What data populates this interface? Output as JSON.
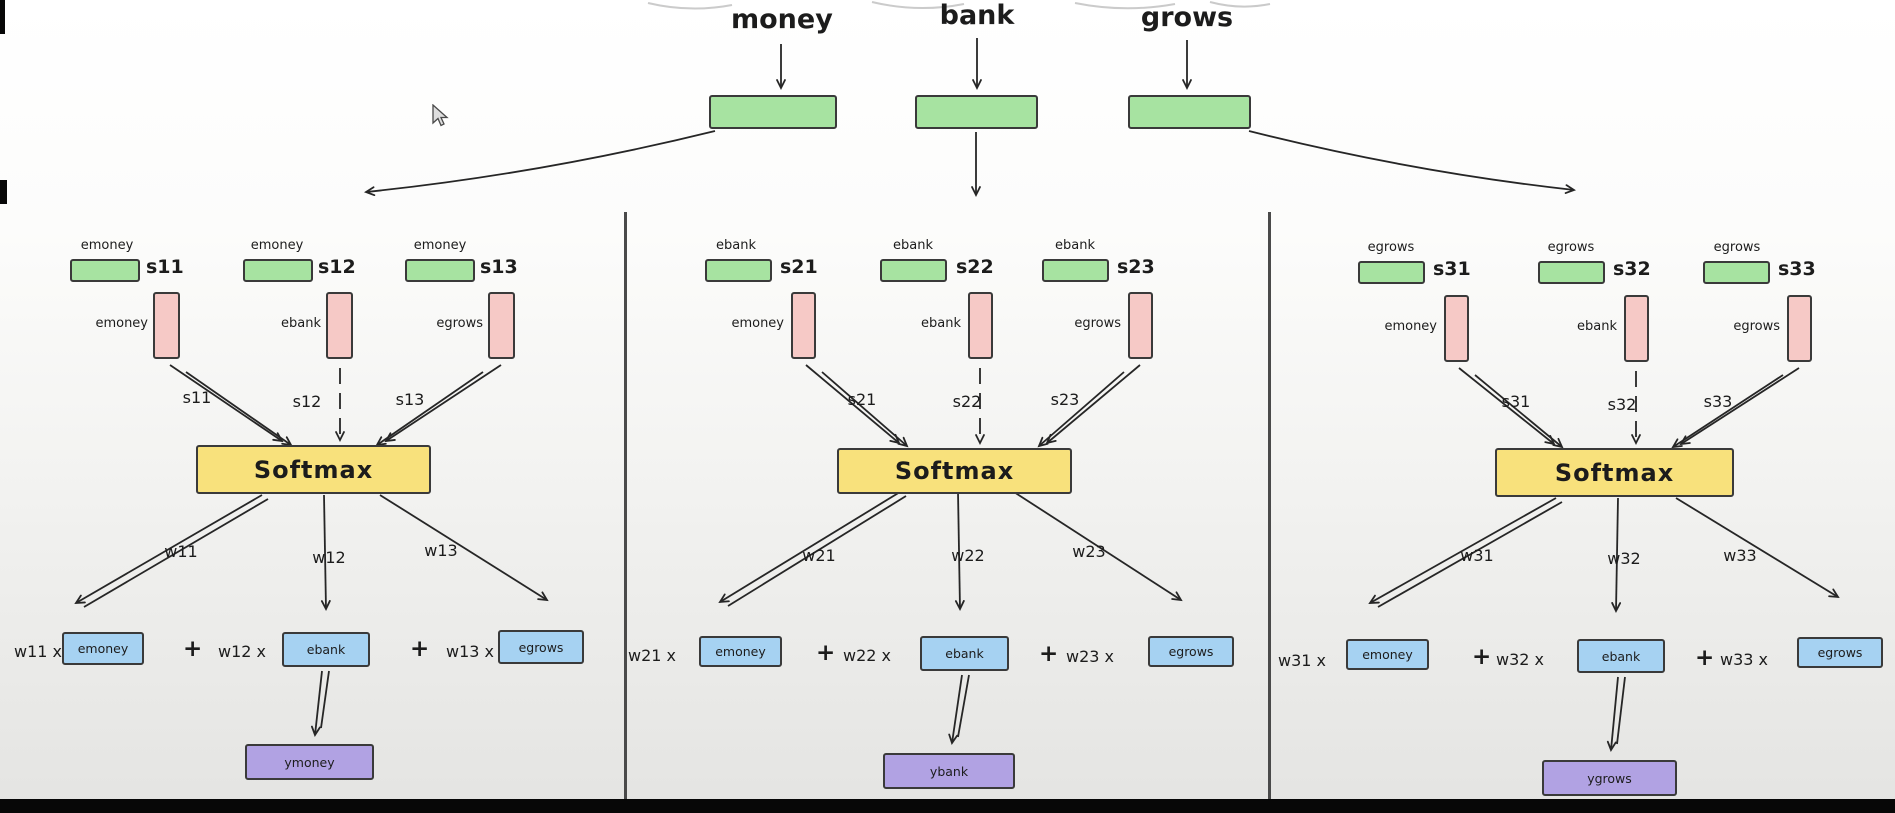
{
  "colors": {
    "embedding_green": "#a7e3a1",
    "key_pink": "#f6c9c6",
    "softmax_yellow": "#f8e17c",
    "value_blue": "#a6d2f2",
    "output_purple": "#b1a2e3",
    "ink": "#1c1c1c"
  },
  "top_words": [
    "money",
    "bank",
    "grows"
  ],
  "sections": [
    {
      "units": [
        {
          "embed": "emoney",
          "score": "s11",
          "key": "emoney"
        },
        {
          "embed": "emoney",
          "score": "s12",
          "key": "ebank"
        },
        {
          "embed": "emoney",
          "score": "s13",
          "key": "egrows"
        }
      ],
      "softmax": "Softmax",
      "score_arrow_labels": [
        "s11",
        "s12",
        "s13"
      ],
      "weight_labels": [
        "w11",
        "w12",
        "w13"
      ],
      "terms": [
        {
          "coef": "w11 x",
          "embed": "emoney"
        },
        {
          "coef": "w12 x",
          "embed": "ebank"
        },
        {
          "coef": "w13 x",
          "embed": "egrows"
        }
      ],
      "plus": "+",
      "output": "ymoney"
    },
    {
      "units": [
        {
          "embed": "ebank",
          "score": "s21",
          "key": "emoney"
        },
        {
          "embed": "ebank",
          "score": "s22",
          "key": "ebank"
        },
        {
          "embed": "ebank",
          "score": "s23",
          "key": "egrows"
        }
      ],
      "softmax": "Softmax",
      "score_arrow_labels": [
        "s21",
        "s22",
        "s23"
      ],
      "weight_labels": [
        "w21",
        "w22",
        "w23"
      ],
      "terms": [
        {
          "coef": "w21 x",
          "embed": "emoney"
        },
        {
          "coef": "w22 x",
          "embed": "ebank"
        },
        {
          "coef": "w23 x",
          "embed": "egrows"
        }
      ],
      "plus": "+",
      "output": "ybank"
    },
    {
      "units": [
        {
          "embed": "egrows",
          "score": "s31",
          "key": "emoney"
        },
        {
          "embed": "egrows",
          "score": "s32",
          "key": "ebank"
        },
        {
          "embed": "egrows",
          "score": "s33",
          "key": "egrows"
        }
      ],
      "softmax": "Softmax",
      "score_arrow_labels": [
        "s31",
        "s32",
        "s33"
      ],
      "weight_labels": [
        "w31",
        "w32",
        "w33"
      ],
      "terms": [
        {
          "coef": "w31 x",
          "embed": "emoney"
        },
        {
          "coef": "w32 x",
          "embed": "ebank"
        },
        {
          "coef": "w33 x",
          "embed": "egrows"
        }
      ],
      "plus": "+",
      "output": "ygrows"
    }
  ]
}
